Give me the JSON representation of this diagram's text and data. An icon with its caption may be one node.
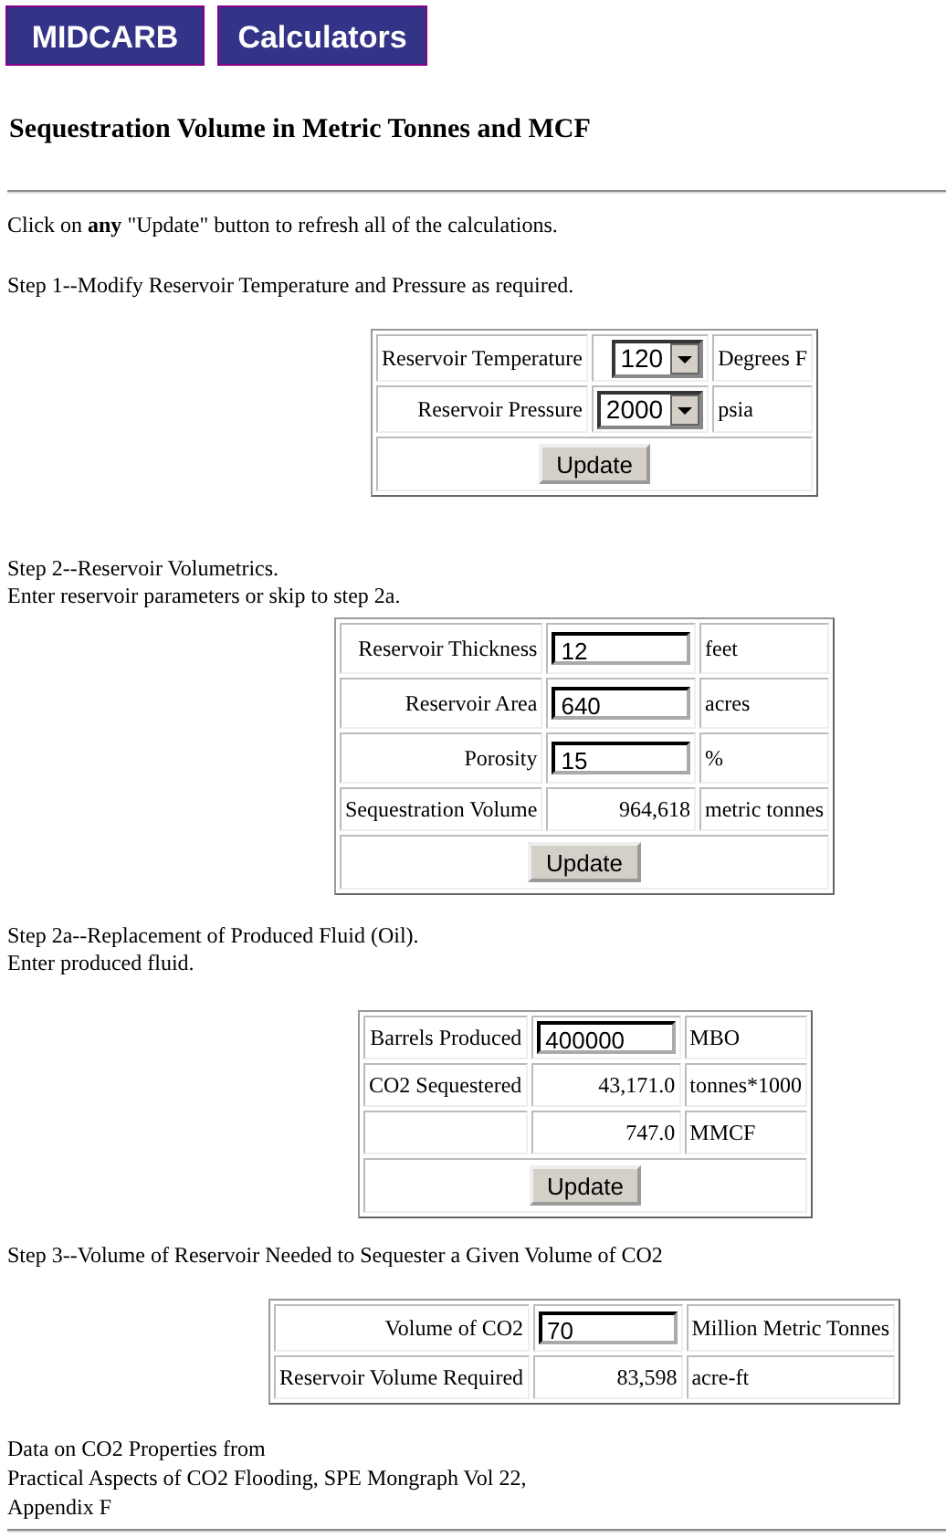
{
  "diagram": {
    "title": "Sequestration Volume in Metric Tonnes and MCF",
    "labels": [
      "MIDCARB",
      "Calculators",
      "Click on **any** \"Update\" button to refresh all of the calculations.",
      "Step 1--Modify Reservoir Temperature and Pressure as required.",
      "Reservoir Temperature",
      "120",
      "Degrees F",
      "Reservoir Pressure",
      "2000",
      "psia",
      "Update",
      "Step 2--Reservoir Volumetrics.",
      "Enter reservoir parameters or skip to step 2a.",
      "Reservoir Thickness",
      "12",
      "feet",
      "Reservoir Area",
      "640",
      "acres",
      "Porosity",
      "15",
      "%",
      "Sequestration Volume",
      "964,618",
      "metric tonnes",
      "Update",
      "Step 2a--Replacement of Produced Fluid (Oil).",
      "Enter produced fluid.",
      "Barrels Produced",
      "400000",
      "MBO",
      "CO2 Sequestered",
      "43,171.0",
      "tonnes*1000",
      "747.0",
      "MMCF",
      "Update",
      "Step 3--Volume of Reservoir Needed to Sequester a Given Volume of CO2",
      "Volume of CO2",
      "70",
      "Million Metric Tonnes",
      "Reservoir Volume Required",
      "83,598",
      "acre-ft",
      "Data on CO2 Properties from",
      "Practical Aspects of CO2 Flooding, SPE Mongraph Vol 22,",
      "Appendix F"
    ]
  }
}
